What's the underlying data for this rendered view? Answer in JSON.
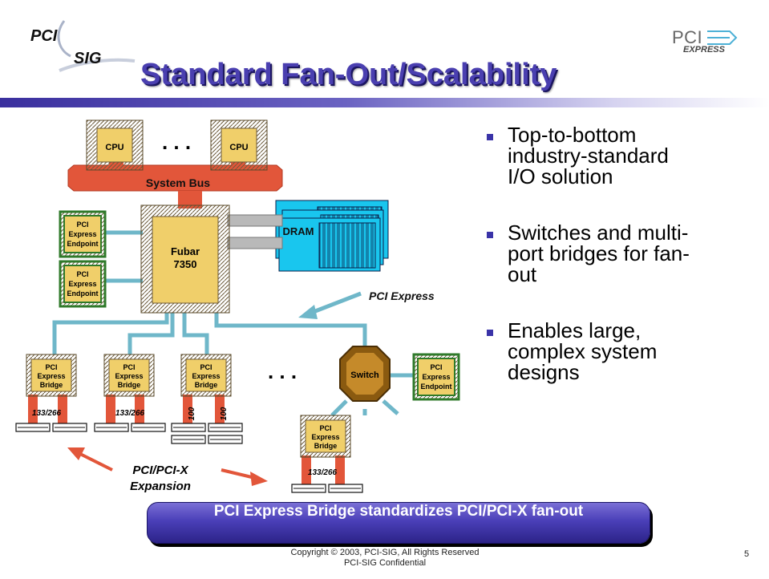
{
  "header": {
    "title": "Standard Fan-Out/Scalability",
    "logo_left": {
      "line1": "PCI",
      "line2": "SIG"
    },
    "logo_right": {
      "line1": "PCI",
      "line2": "EXPRESS"
    }
  },
  "diagram": {
    "cpu_label": "CPU",
    "cpu_ellipsis": ". . .",
    "system_bus": "System Bus",
    "chipset": [
      "Fubar",
      "7350"
    ],
    "dram": "DRAM",
    "pci_express_label": "PCI Express",
    "endpoint": [
      "PCI",
      "Express",
      "Endpoint"
    ],
    "bridge": [
      "PCI",
      "Express",
      "Bridge"
    ],
    "switch": "Switch",
    "bridge_ellipsis": ". . .",
    "bus_labels": [
      "133/266",
      "133/266",
      "100",
      "100",
      "133/266"
    ],
    "expansion": [
      "PCI/PCI-X",
      "Expansion"
    ]
  },
  "bullets": [
    "Top-to-bottom industry-standard I/O solution",
    "Switches and multi-port bridges for fan-out",
    "Enables large, complex system designs"
  ],
  "banner": "PCI Express Bridge standardizes PCI/PCI-X fan-out",
  "footer": {
    "copyright": "Copyright © 2003, PCI-SIG, All Rights Reserved",
    "confidential": "PCI-SIG Confidential",
    "page_number": "5"
  },
  "colors": {
    "title": "#4a3fb0",
    "link": "#6fb7c9",
    "bus": "#e2563a",
    "chip": "#9a8560",
    "chip_core": "#f0cf6a",
    "endpoint_border": "#2f7a2a",
    "dram": "#19c6ee",
    "switch": "#8a5a10"
  }
}
